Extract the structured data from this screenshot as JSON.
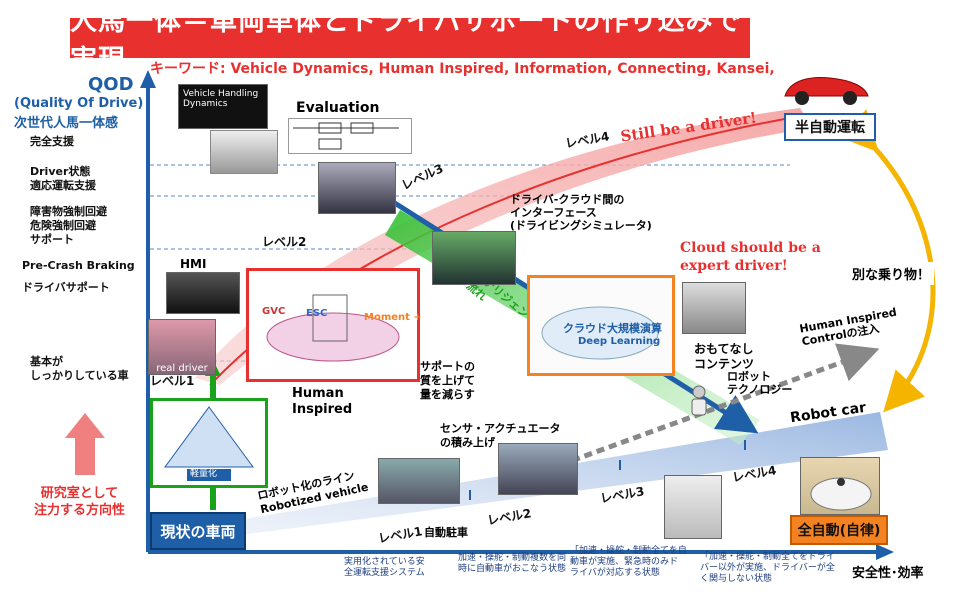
{
  "title": "人馬一体＝車両単体とドライバサポートの作り込みで実現",
  "keywords": "キーワード: Vehicle  Dynamics, Human Inspired, Information, Connecting, Kansei,",
  "axis": {
    "y_title": "QOD",
    "y_subtitle": "(Quality Of Drive)",
    "y_subtitle2": "次世代人馬一体感",
    "x_title": "安全性･効率",
    "dev_direction": "研究室として\n注力する方向性"
  },
  "y_levels": [
    {
      "label": "完全支援"
    },
    {
      "label": "Driver状態\n適応運転支援"
    },
    {
      "label": "障害物強制回避\n危険強制回避\nサポート"
    },
    {
      "label": "Pre-Crash Braking"
    },
    {
      "label": "ドライバサポート"
    },
    {
      "label": "基本が\nしっかりしている車"
    }
  ],
  "upper_levels": [
    "レベル1",
    "レベル2",
    "レベル3",
    "レベル4"
  ],
  "lower_levels": [
    "レベル1",
    "レベル2",
    "レベル3",
    "レベル4"
  ],
  "labels": {
    "still_driver": "Still be a driver!",
    "cloud_expert": "Cloud should be a\nexpert driver!",
    "half_auto": "半自動運転",
    "full_auto": "全自動(自律)",
    "current_car": "現状の車両",
    "robot_car": "Robot car",
    "different_vehicle": "別な乗り物！",
    "human_inspired_control": "Human Inspired\nControlの注入",
    "robot_line": "ロボット化のライン\nRobotized vehicle",
    "sensor_actuator": "センサ・アクチュエータ\nの積み上げ",
    "auto_parking": "自動駐車",
    "support_quality": "サポートの\n質を上げて\n量を減らす",
    "omotenashi": "おもてなし\nコンテンツ",
    "robot_tech": "ロボット\nテクノロジー",
    "intelligent": "インテリジェント化\nの流れ",
    "cloud_interface": "ドライバ-クラウド間の\nインターフェース\n(ドライビングシミュレータ)",
    "evaluation": "Evaluation",
    "hmi": "HMI",
    "human_inspired": "Human\nInspired",
    "cloud_compute": "クラウド大規模演算",
    "deep_learning": "Deep Learning",
    "vhd": "Vehicle Handling\nDynamics",
    "gvc": "GVC",
    "esc": "ESC",
    "moment": "Moment +",
    "lightweight": "軽量化",
    "real_driver": "real driver"
  },
  "bottom_notes": [
    "実用化されている安\n全運転支援システム",
    "加速・操舵・制動複数を同\n時に自動車がおこなう状態",
    "「加速・操舵・制動全てを自\n動車が実施、緊急時のみド\nライバが対応する状態",
    "「加速・操舵・制動全てをドライ\nバー以外が実施、ドライバーが全\nく関与しない状態"
  ],
  "colors": {
    "accent_red": "#e8312f",
    "blue": "#1f5fa8",
    "yellow": "#f5b400",
    "green": "#1aa31a"
  }
}
